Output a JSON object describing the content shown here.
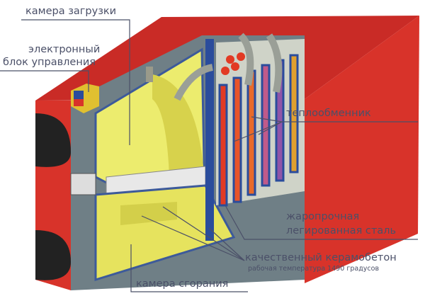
{
  "labels": {
    "loading_chamber": "камера загрузки",
    "control_unit_line1": "электронный",
    "control_unit_line2": "блок управления",
    "heat_exchanger": "теплообменник",
    "steel_line1": "жаропрочная",
    "steel_line2": "легированная сталь",
    "ceramic_concrete": "качественный керамобетон",
    "ceramic_note": "рабочая температура 1490 градусов",
    "combustion_chamber": "камера сгорания"
  },
  "colors": {
    "casing_red": "#d8332a",
    "chamber_yellow": "#ecec6e",
    "steel_blue": "#2a4c9c",
    "label_text": "#4b5068",
    "leader_line": "#4b5068"
  }
}
